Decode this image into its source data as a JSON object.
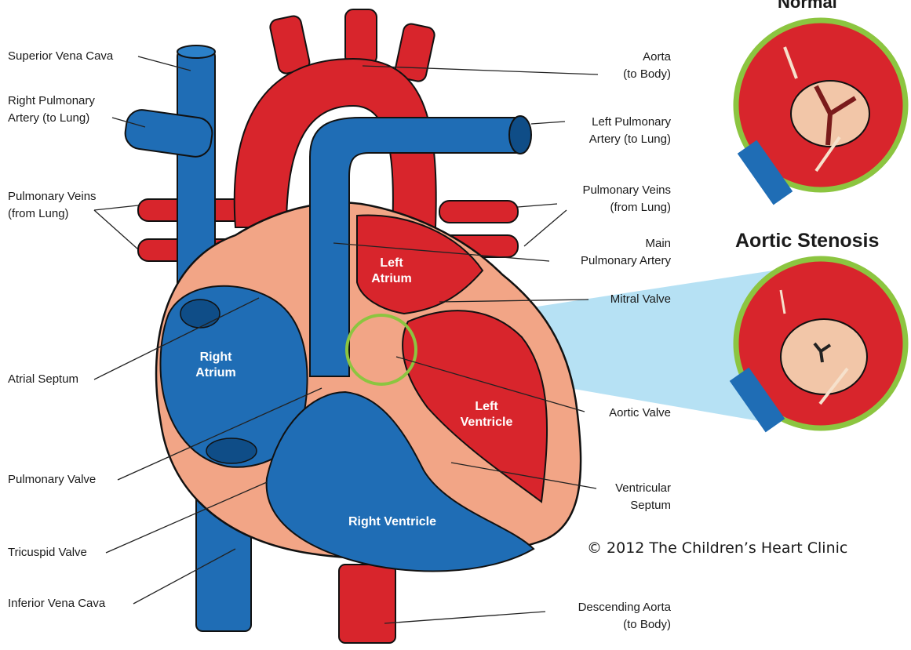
{
  "labels": {
    "superior_vena_cava": "Superior Vena Cava",
    "right_pulmonary_artery": [
      "Right Pulmonary",
      "Artery (to Lung)"
    ],
    "pulmonary_veins_left": [
      "Pulmonary Veins",
      "(from Lung)"
    ],
    "atrial_septum": "Atrial Septum",
    "pulmonary_valve": "Pulmonary Valve",
    "tricuspid_valve": "Tricuspid Valve",
    "inferior_vena_cava": "Inferior Vena Cava",
    "aorta": [
      "Aorta",
      "(to Body)"
    ],
    "left_pulmonary_artery": [
      "Left Pulmonary",
      "Artery (to Lung)"
    ],
    "pulmonary_veins_right": [
      "Pulmonary Veins",
      "(from Lung)"
    ],
    "main_pulmonary_artery": [
      "Main",
      "Pulmonary Artery"
    ],
    "mitral_valve": "Mitral Valve",
    "aortic_valve": "Aortic Valve",
    "ventricular_septum": [
      "Ventricular",
      "Septum"
    ],
    "descending_aorta": [
      "Descending Aorta",
      "(to Body)"
    ]
  },
  "chambers": {
    "left_atrium": [
      "Left",
      "Atrium"
    ],
    "right_atrium": [
      "Right",
      "Atrium"
    ],
    "left_ventricle": [
      "Left",
      "Ventricle"
    ],
    "right_ventricle": "Right Ventricle"
  },
  "insets": {
    "normal_title": "Normal",
    "stenosis_title": "Aortic Stenosis"
  },
  "copyright": "© 2012 The Children’s Heart Clinic",
  "colors": {
    "oxygenated_red": "#e0242c",
    "deoxygenated_blue": "#1f6db5",
    "heart_muscle": "#f2a586",
    "inset_ring": "#8cc540",
    "zoom_cone": "#9fd6ef"
  }
}
